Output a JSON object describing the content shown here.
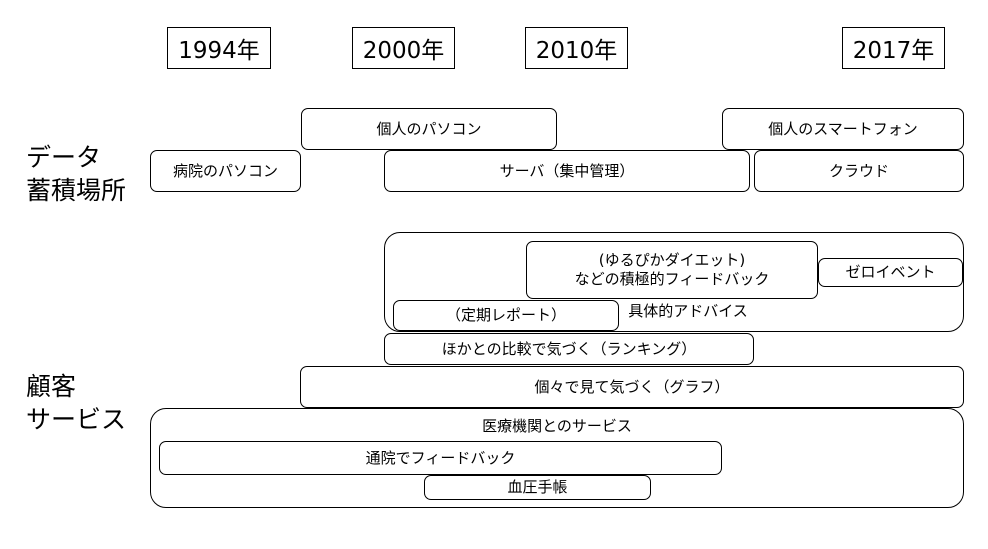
{
  "years": [
    "1994年",
    "2000年",
    "2010年",
    "2017年"
  ],
  "side_labels": {
    "data_storage": [
      "データ",
      "蓄積場所"
    ],
    "customer_service": [
      "顧客",
      "サービス"
    ]
  },
  "storage": {
    "hospital_pc": "病院のパソコン",
    "personal_pc": "個人のパソコン",
    "server": "サーバ（集中管理）",
    "smartphone": "個人のスマートフォン",
    "cloud": "クラウド"
  },
  "services": {
    "concrete_advice": "具体的アドバイス",
    "proactive_feedback": [
      "(ゆるぴかダイエット)",
      "などの積極的フィードバック"
    ],
    "zero_event": "ゼロイベント",
    "regular_report": "（定期レポート）",
    "ranking": "ほかとの比較で気づく（ランキング）",
    "graph": "個々で見て気づく（グラフ）",
    "medical": "医療機関とのサービス",
    "visit_feedback": "通院でフィードバック",
    "bp_notebook": "血圧手帳"
  }
}
